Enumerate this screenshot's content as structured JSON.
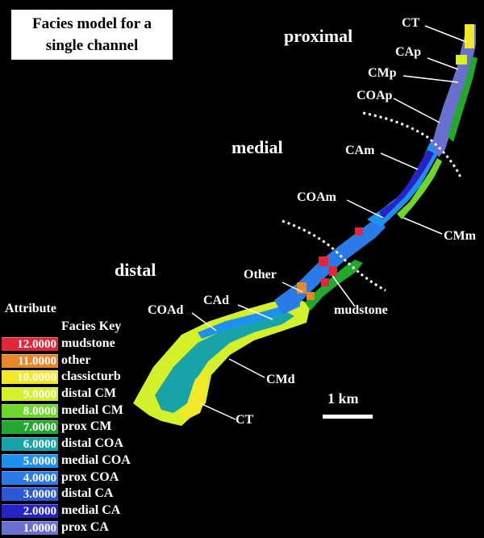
{
  "title": {
    "line1": "Facies model for a",
    "line2": "single channel"
  },
  "zones": {
    "proximal": "proximal",
    "medial": "medial",
    "distal": "distal"
  },
  "labels": {
    "ct_top": "CT",
    "cap": "CAp",
    "cmp": "CMp",
    "coap": "COAp",
    "cam": "CAm",
    "coam": "COAm",
    "cmm": "CMm",
    "other": "Other",
    "cad": "CAd",
    "coad": "COAd",
    "mudstone": "mudstone",
    "cmd": "CMd",
    "ct_bottom": "CT"
  },
  "legend": {
    "attribute": "Attribute",
    "facies_key": "Facies Key",
    "items": [
      {
        "value": "12.0000",
        "name": "mudstone",
        "color": "#e0283a"
      },
      {
        "value": "11.0000",
        "name": "other",
        "color": "#e8862a"
      },
      {
        "value": "10.0000",
        "name": "classicturb",
        "color": "#f2e82a"
      },
      {
        "value": "9.0000",
        "name": "distal CM",
        "color": "#d4f02a"
      },
      {
        "value": "8.0000",
        "name": "medial CM",
        "color": "#6ed82a"
      },
      {
        "value": "7.0000",
        "name": "prox CM",
        "color": "#22a82c"
      },
      {
        "value": "6.0000",
        "name": "distal COA",
        "color": "#18a3a8"
      },
      {
        "value": "5.0000",
        "name": "medial COA",
        "color": "#1e90f0"
      },
      {
        "value": "4.0000",
        "name": "prox COA",
        "color": "#2a7ae8"
      },
      {
        "value": "3.0000",
        "name": "distal  CA",
        "color": "#2c58d8"
      },
      {
        "value": "2.0000",
        "name": "medial CA",
        "color": "#2424c8"
      },
      {
        "value": "1.0000",
        "name": "prox CA",
        "color": "#6a70d0"
      }
    ]
  },
  "scale": {
    "label": "1 km"
  }
}
